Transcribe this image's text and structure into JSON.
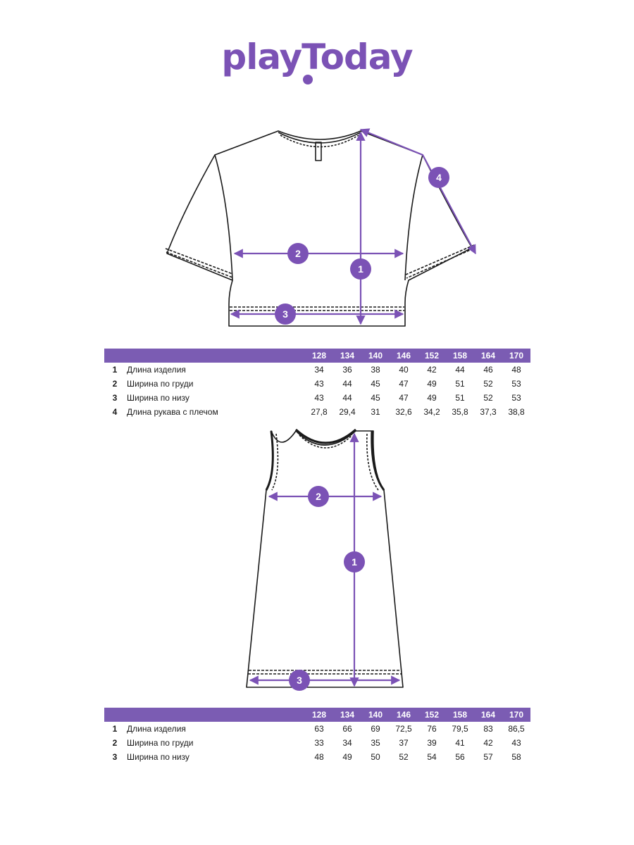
{
  "brand": {
    "logo_text": "playToday",
    "accent": "#7b52b5",
    "header_bg": "#7b5cb3"
  },
  "sizes": [
    "128",
    "134",
    "140",
    "146",
    "152",
    "158",
    "164",
    "170"
  ],
  "tshirt": {
    "markers": [
      "1",
      "2",
      "3",
      "4"
    ],
    "rows": [
      {
        "num": "1",
        "label": "Длина изделия",
        "values": [
          "34",
          "36",
          "38",
          "40",
          "42",
          "44",
          "46",
          "48"
        ]
      },
      {
        "num": "2",
        "label": "Ширина по груди",
        "values": [
          "43",
          "44",
          "45",
          "47",
          "49",
          "51",
          "52",
          "53"
        ]
      },
      {
        "num": "3",
        "label": "Ширина по низу",
        "values": [
          "43",
          "44",
          "45",
          "47",
          "49",
          "51",
          "52",
          "53"
        ]
      },
      {
        "num": "4",
        "label": "Длина рукава с плечом",
        "values": [
          "27,8",
          "29,4",
          "31",
          "32,6",
          "34,2",
          "35,8",
          "37,3",
          "38,8"
        ]
      }
    ]
  },
  "dress": {
    "markers": [
      "1",
      "2",
      "3"
    ],
    "rows": [
      {
        "num": "1",
        "label": "Длина изделия",
        "values": [
          "63",
          "66",
          "69",
          "72,5",
          "76",
          "79,5",
          "83",
          "86,5"
        ]
      },
      {
        "num": "2",
        "label": "Ширина по груди",
        "values": [
          "33",
          "34",
          "35",
          "37",
          "39",
          "41",
          "42",
          "43"
        ]
      },
      {
        "num": "3",
        "label": "Ширина по низу",
        "values": [
          "48",
          "49",
          "50",
          "52",
          "54",
          "56",
          "57",
          "58"
        ]
      }
    ]
  }
}
